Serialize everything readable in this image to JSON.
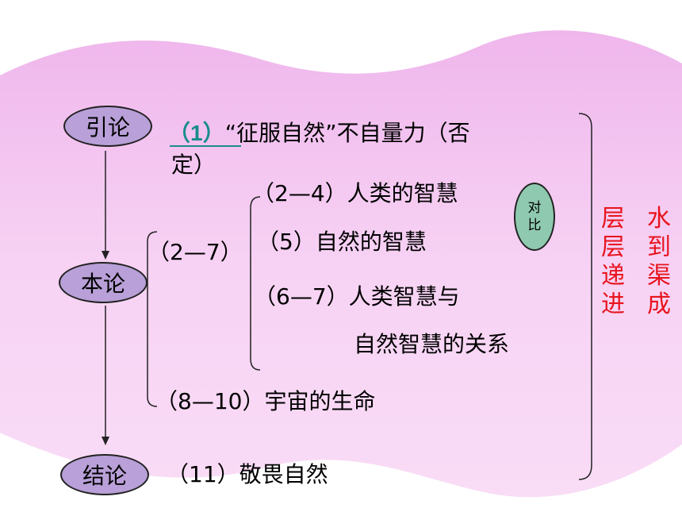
{
  "nodes": {
    "intro": "引论",
    "body": "本论",
    "conclusion": "结论"
  },
  "items": {
    "p1_num": "（1）",
    "p1_text_a": "“征服自然”不自量力（否",
    "p1_text_b": "定）",
    "range_2_7": "（2—7）",
    "p2_4": "（2—4）人类的智慧",
    "p5": "（5）自然的智慧",
    "p6_7_a": "（6—7）人类智慧与",
    "p6_7_b": "自然智慧的关系",
    "p8_10": "（8—10）宇宙的生命",
    "p11": "（11）敬畏自然"
  },
  "contrast": {
    "line1": "对",
    "line2": "比"
  },
  "side": {
    "progressive": "层层递进",
    "natural": "水到渠成"
  },
  "colors": {
    "background_band": "#f5c8f2",
    "oval_fill": "#b9a0d8",
    "contrast_fill": "#8fc9b0",
    "accent_red": "#e8141e",
    "number_teal": "#1a8c8c"
  }
}
